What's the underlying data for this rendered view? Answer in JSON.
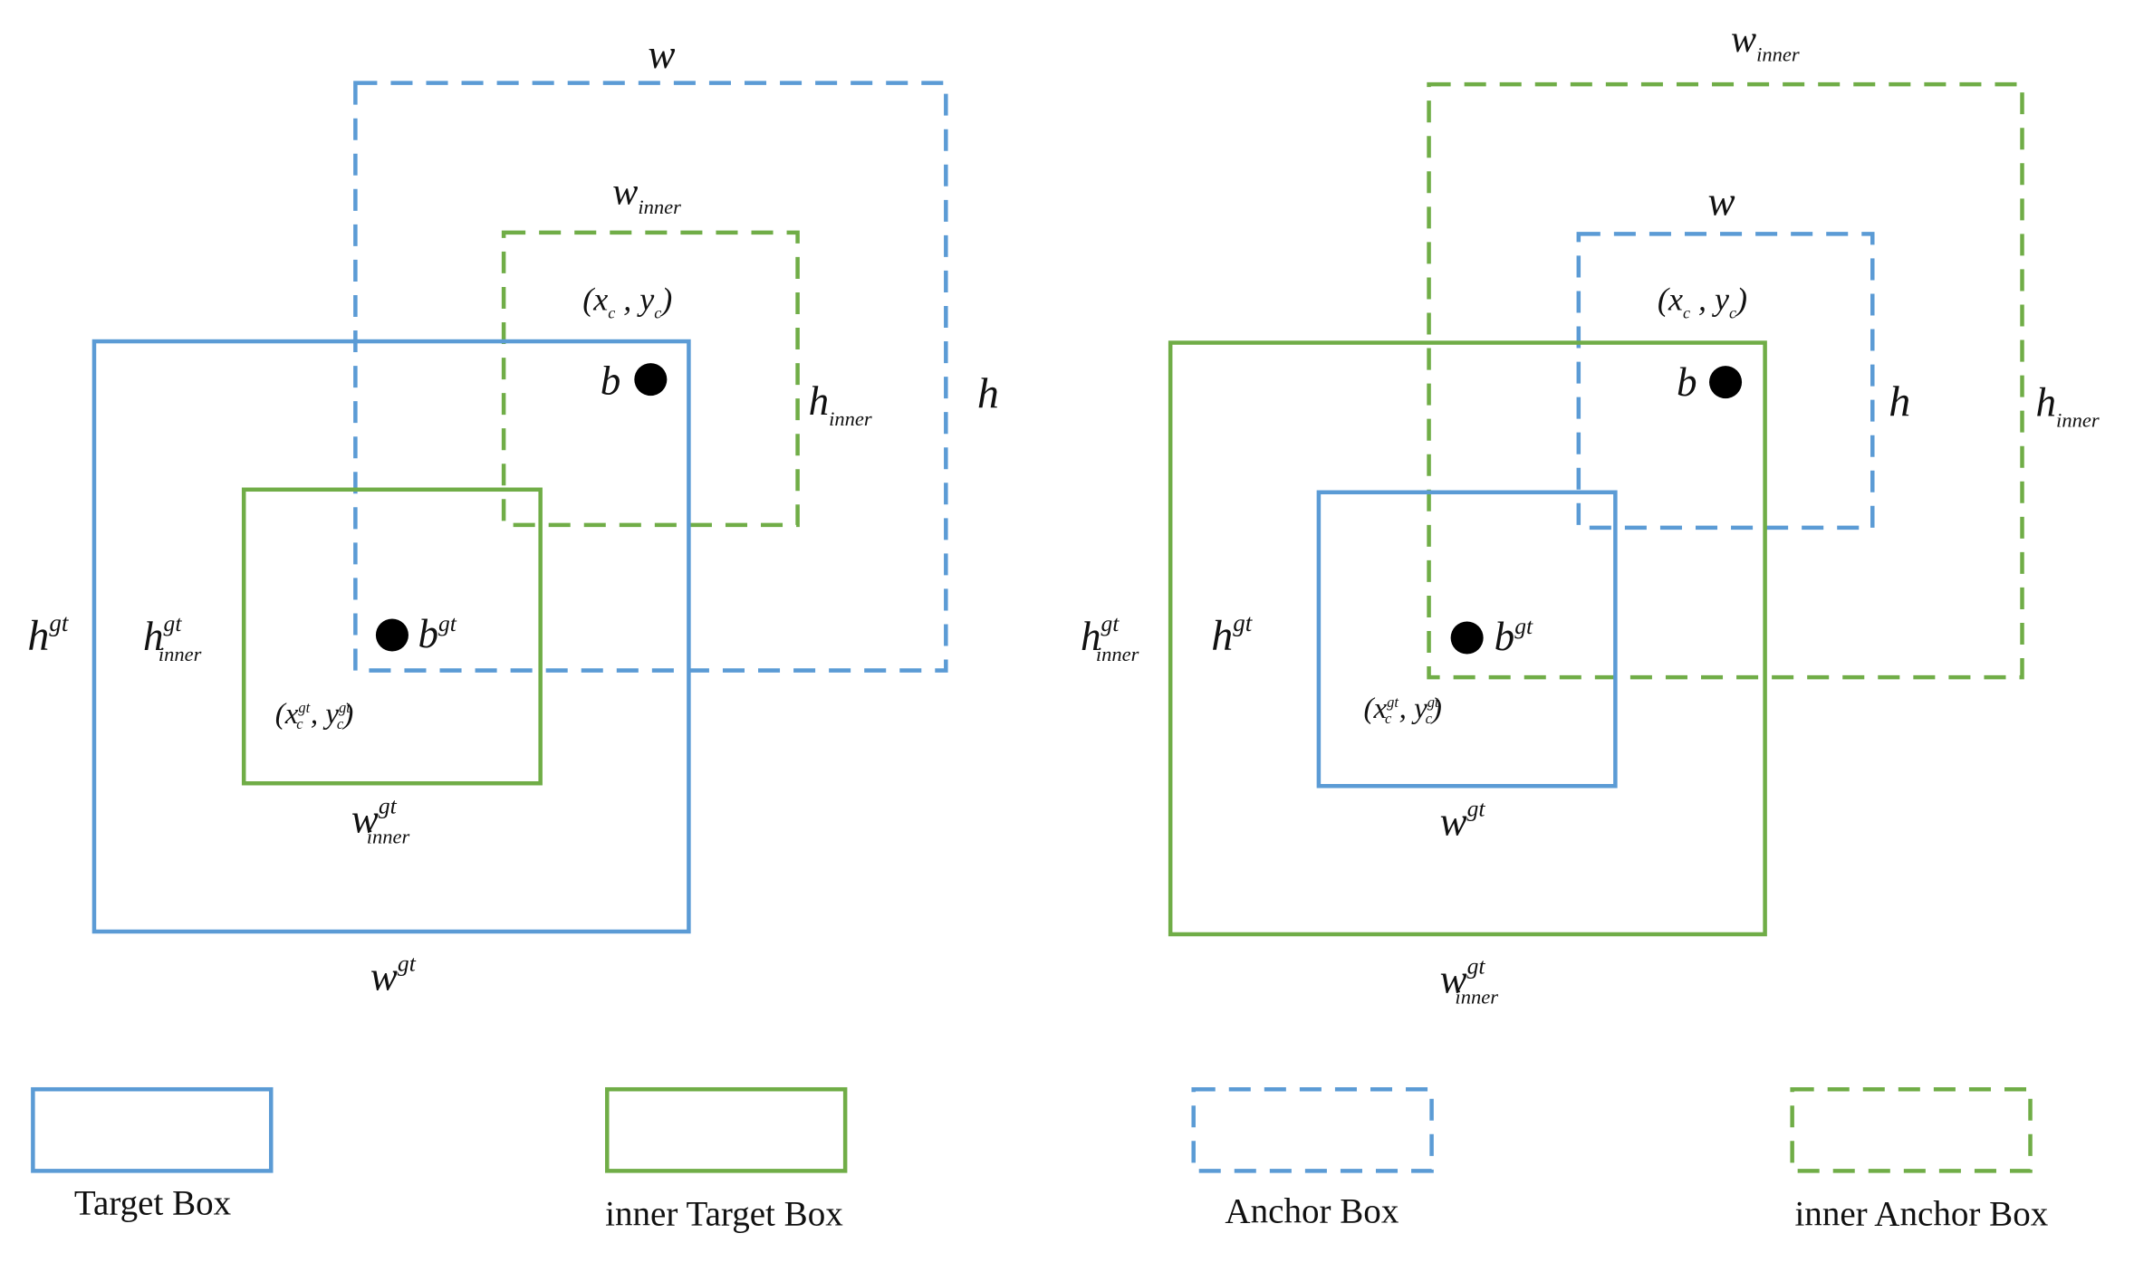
{
  "colors": {
    "target": "#5b9bd5",
    "inner_target": "#70ad47",
    "anchor": "#5b9bd5",
    "inner_anchor": "#70ad47",
    "center_dot": "#000000"
  },
  "left_diagram": {
    "anchor_w": {
      "base": "w",
      "sub": "",
      "sup": ""
    },
    "anchor_h": {
      "base": "h",
      "sub": "",
      "sup": ""
    },
    "inner_anchor_w": {
      "base": "w",
      "sub": "inner",
      "sup": ""
    },
    "inner_anchor_h": {
      "base": "h",
      "sub": "inner",
      "sup": ""
    },
    "anchor_center": "(x_c , y_c)",
    "anchor_center_parts": {
      "open": "(x",
      "sub1": "c",
      "mid": " , y",
      "sub2": "c",
      "close": ")"
    },
    "anchor_point": "b",
    "target_h": {
      "base": "h",
      "sub": "",
      "sup": "gt"
    },
    "target_w": {
      "base": "w",
      "sub": "",
      "sup": "gt"
    },
    "inner_target_h": {
      "base": "h",
      "sub": "inner",
      "sup": "gt"
    },
    "inner_target_w": {
      "base": "w",
      "sub": "inner",
      "sup": "gt"
    },
    "target_point": {
      "base": "b",
      "sup": "gt"
    },
    "target_center_parts": {
      "open": "(x",
      "sub1": "c",
      "sup1": "gt",
      "mid": " , y",
      "sub2": "c",
      "sup2": "gt",
      "close": ")"
    }
  },
  "right_diagram": {
    "anchor_w": {
      "base": "w",
      "sub": "",
      "sup": ""
    },
    "anchor_h": {
      "base": "h",
      "sub": "",
      "sup": ""
    },
    "inner_anchor_w": {
      "base": "w",
      "sub": "inner",
      "sup": ""
    },
    "inner_anchor_h": {
      "base": "h",
      "sub": "inner",
      "sup": ""
    },
    "anchor_center_parts": {
      "open": "(x",
      "sub1": "c",
      "mid": " , y",
      "sub2": "c",
      "close": ")"
    },
    "anchor_point": "b",
    "target_h": {
      "base": "h",
      "sub": "",
      "sup": "gt"
    },
    "target_w": {
      "base": "w",
      "sub": "",
      "sup": "gt"
    },
    "inner_target_h": {
      "base": "h",
      "sub": "inner",
      "sup": "gt"
    },
    "inner_target_w": {
      "base": "w",
      "sub": "inner",
      "sup": "gt"
    },
    "target_point": {
      "base": "b",
      "sup": "gt"
    },
    "target_center_parts": {
      "open": "(x",
      "sub1": "c",
      "sup1": "gt",
      "mid": " , y",
      "sub2": "c",
      "sup2": "gt",
      "close": ")"
    }
  },
  "legend": [
    {
      "label": "Target Box",
      "color": "#5b9bd5",
      "style": "solid"
    },
    {
      "label": "inner Target Box",
      "color": "#70ad47",
      "style": "solid"
    },
    {
      "label": "Anchor Box",
      "color": "#5b9bd5",
      "style": "dashed"
    },
    {
      "label": "inner Anchor Box",
      "color": "#70ad47",
      "style": "dashed"
    }
  ]
}
